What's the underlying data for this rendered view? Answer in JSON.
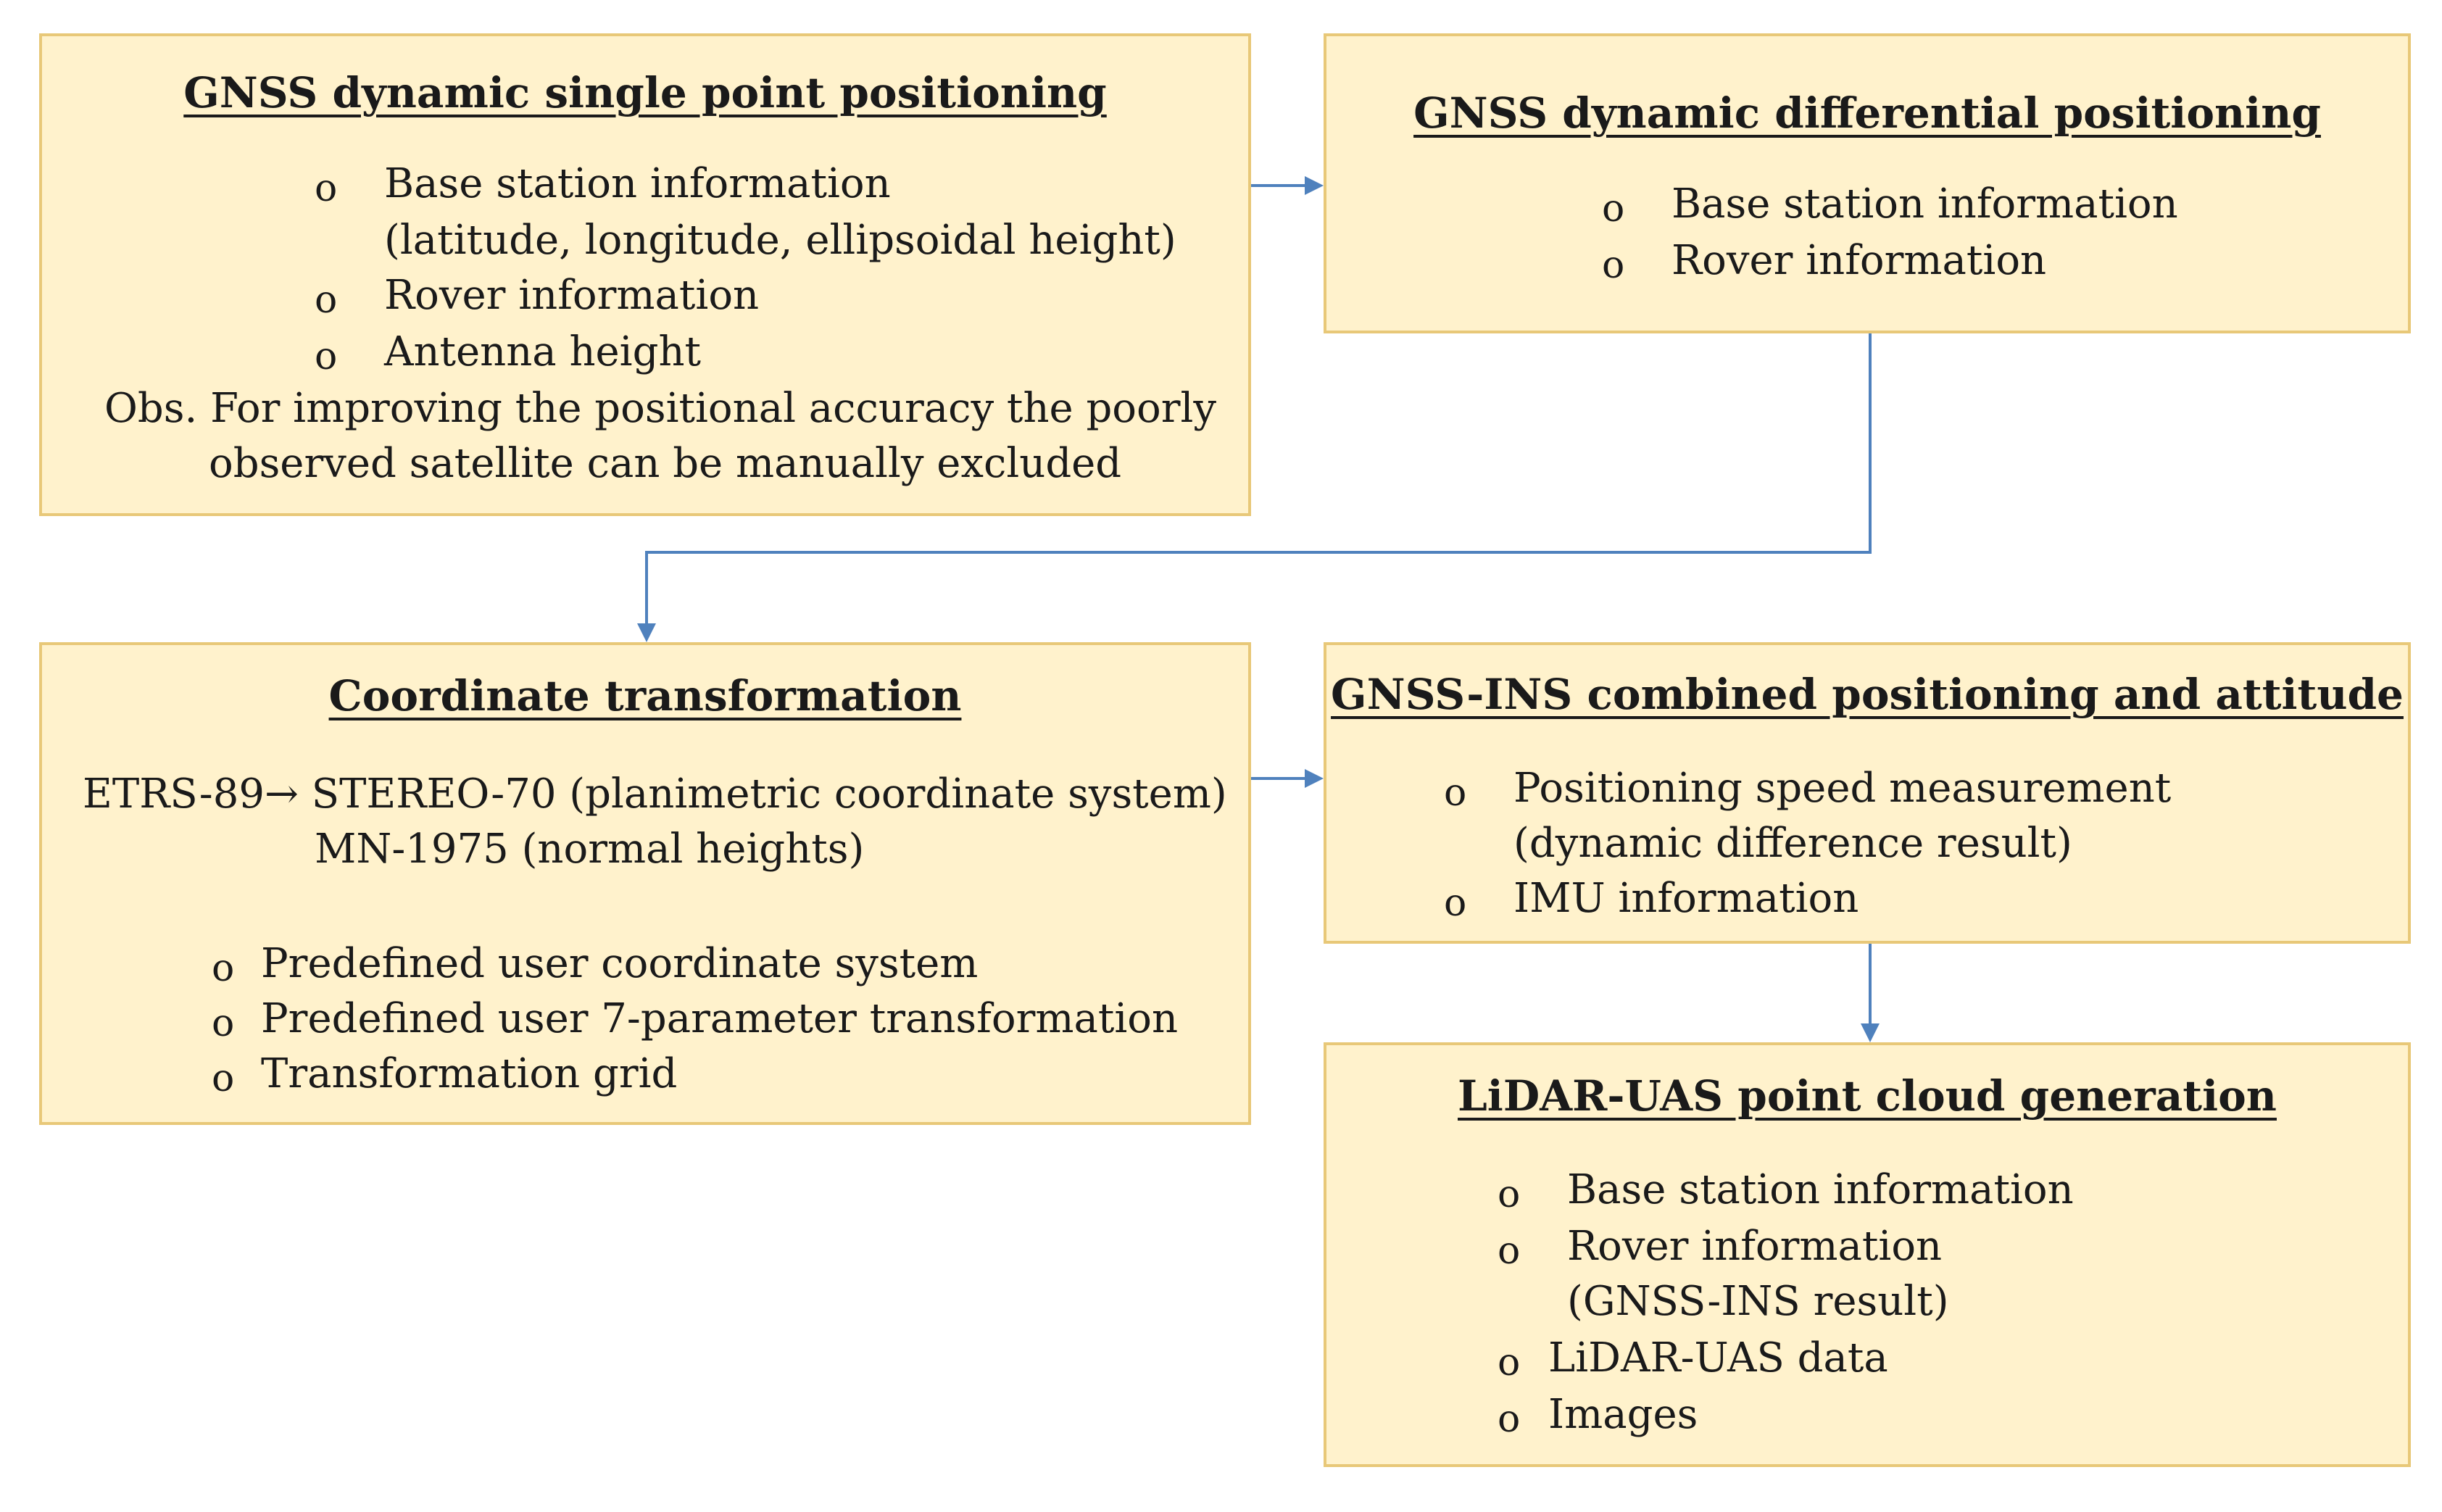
{
  "colors": {
    "box_fill": "#fff2cc",
    "box_border": "#e8c878",
    "arrow": "#4f81bd"
  },
  "bullet_symbol": "o",
  "boxes": {
    "single_point": {
      "title": "GNSS dynamic single point positioning",
      "items": [
        "Base station information",
        "(latitude, longitude, ellipsoidal height)",
        "Rover information",
        "Antenna height"
      ],
      "note_lines": [
        "Obs. For improving the positional accuracy the poorly",
        "observed satellite can be manually excluded"
      ]
    },
    "differential": {
      "title": "GNSS dynamic differential positioning",
      "items": [
        "Base station information",
        "Rover information"
      ]
    },
    "coordinate": {
      "title": "Coordinate transformation",
      "transform_lines": [
        "ETRS-89→ STEREO-70 (planimetric coordinate system)",
        "MN-1975 (normal heights)"
      ],
      "items": [
        "Predefined user coordinate system",
        "Predefined user 7-parameter transformation",
        "Transformation grid"
      ]
    },
    "gnss_ins": {
      "title": "GNSS-INS combined positioning and attitude",
      "items": [
        "Positioning speed measurement",
        "(dynamic difference result)",
        "IMU information"
      ]
    },
    "lidar": {
      "title": "LiDAR-UAS point cloud generation",
      "items": [
        "Base station information",
        "Rover information",
        "(GNSS-INS result)",
        "LiDAR-UAS data",
        "Images"
      ]
    }
  }
}
